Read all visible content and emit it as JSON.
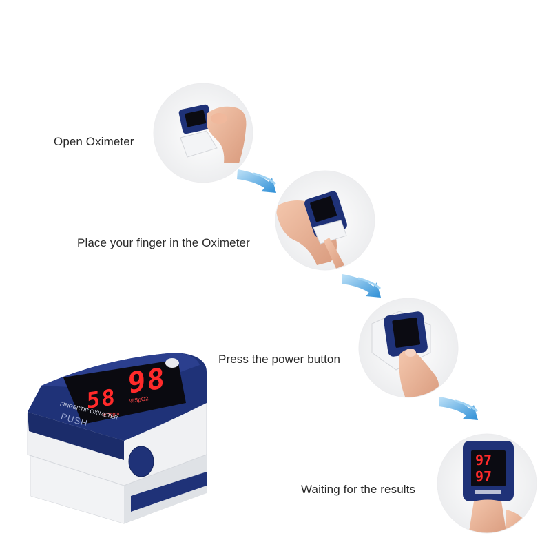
{
  "steps": [
    {
      "label": "Open Oximeter"
    },
    {
      "label": "Place your finger in the Oximeter"
    },
    {
      "label": "Press the power button"
    },
    {
      "label": "Waiting for the results"
    }
  ],
  "device": {
    "brand_text": "FINGERTIP OXIMETER",
    "button_text": "PUSH",
    "spo2_reading": "98",
    "pulse_reading": "58",
    "spo2_unit": "%SpO2",
    "pulse_unit": "PRbpm",
    "result_spo2_reading": "97",
    "result_pulse_reading": "97"
  },
  "colors": {
    "device_blue": "#1f3278",
    "device_white": "#f2f3f5",
    "display_red": "#ff2a2a",
    "arrow_blue": "#4aa8e6",
    "label_text": "#2a2a2a"
  },
  "icons": [
    "curved-arrow-icon",
    "curved-arrow-icon",
    "curved-arrow-icon"
  ]
}
